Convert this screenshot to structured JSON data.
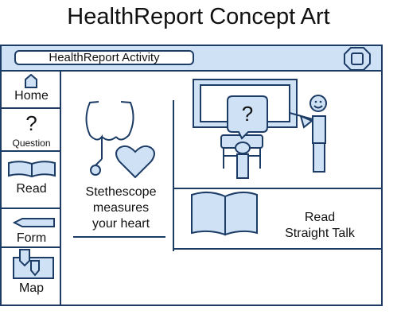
{
  "page_title": "HealthReport Concept Art",
  "window": {
    "activity_title": "HealthReport Activity"
  },
  "sidebar": {
    "items": [
      {
        "label": "Home"
      },
      {
        "label": "Question",
        "glyph": "?"
      },
      {
        "label": "Read"
      },
      {
        "label": "Form"
      },
      {
        "label": "Map"
      }
    ]
  },
  "content": {
    "stethoscope_caption": [
      "Stethescope",
      "measures",
      "your heart"
    ],
    "question_glyph": "?",
    "read_caption": [
      "Read",
      "Straight Talk"
    ]
  },
  "colors": {
    "accent_fill": "#cfe1f5",
    "stroke": "#1c3c66"
  }
}
